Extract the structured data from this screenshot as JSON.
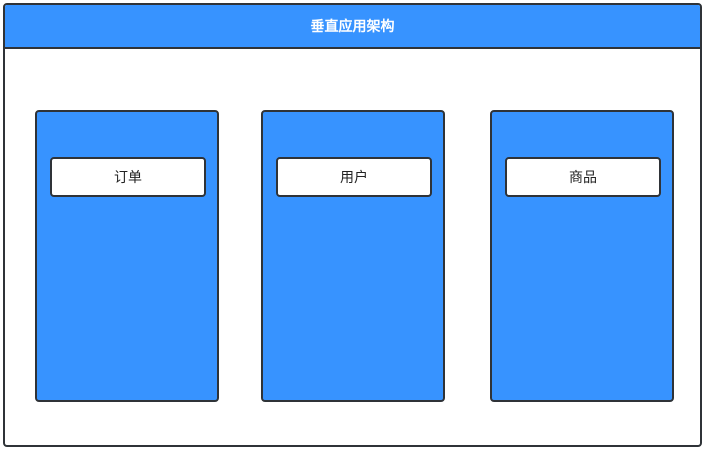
{
  "diagram": {
    "title": "垂直应用架构",
    "modules": [
      {
        "label": "订单"
      },
      {
        "label": "用户"
      },
      {
        "label": "商品"
      }
    ]
  },
  "colors": {
    "accent_blue": "#3793ff",
    "border": "#2f3338",
    "background": "#ffffff",
    "label_text": "#222222",
    "title_text": "#ffffff"
  }
}
